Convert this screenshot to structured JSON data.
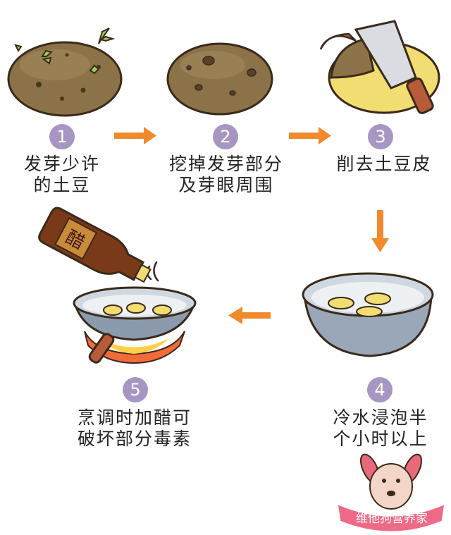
{
  "steps": [
    {
      "number": "1",
      "line1": "发芽少许",
      "line2": "的土豆"
    },
    {
      "number": "2",
      "line1": "挖掉发芽部分",
      "line2": "及芽眼周围"
    },
    {
      "number": "3",
      "line1": "削去土豆皮",
      "line2": ""
    },
    {
      "number": "4",
      "line1": "冷水浸泡半",
      "line2": "个小时以上"
    },
    {
      "number": "5",
      "line1": "烹调时加醋可",
      "line2": "破坏部分毒素"
    }
  ],
  "bottle_label": "醋",
  "watermark": "维他狗营养家",
  "colors": {
    "badge": "#a796c2",
    "arrow": "#f08a2c",
    "potato": "#8c7248",
    "flesh": "#f2dd72"
  }
}
